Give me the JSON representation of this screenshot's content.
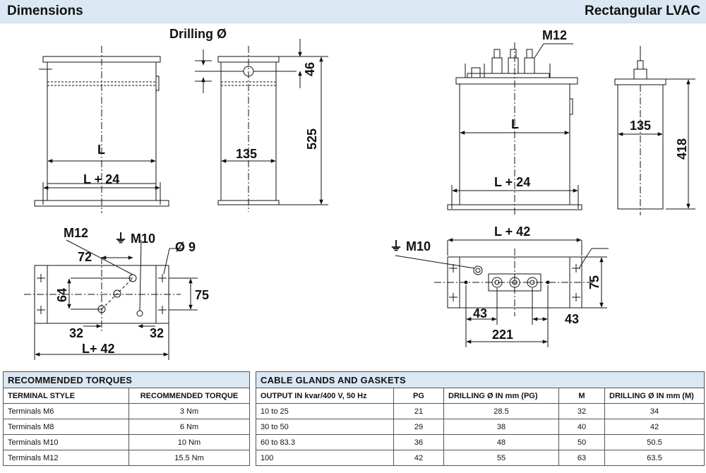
{
  "header": {
    "left_title": "Dimensions",
    "right_title": "Rectangular LVAC"
  },
  "drawing_labels": {
    "drilling": "Drilling Ø",
    "L": "L",
    "L_plus_24": "L + 24",
    "L_plus_24_right": "L + 24",
    "dim_46": "46",
    "dim_525": "525",
    "dim_135": "135",
    "dim_135_right": "135",
    "dim_418": "418",
    "L_right": "L",
    "m12_top": "M12",
    "m12_bottom": "M12",
    "m10_left": "⏚ M10",
    "m10_right": "⏚ M10",
    "dia_9": "Ø 9",
    "dim_72": "72",
    "dim_64": "64",
    "dim_75_left": "75",
    "dim_32_left": "32",
    "dim_32_right": "32",
    "L_plus_42_left": "L+ 42",
    "L_plus_42_right": "L + 42",
    "dim_75_right": "75",
    "dim_43_left": "43",
    "dim_43_right": "43",
    "dim_221": "221"
  },
  "torques": {
    "title": "RECOMMENDED TORQUES",
    "headers": [
      "TERMINAL STYLE",
      "RECOMMENDED TORQUE"
    ],
    "rows": [
      [
        "Terminals M6",
        "3 Nm"
      ],
      [
        "Terminals M8",
        "6 Nm"
      ],
      [
        "Terminals M10",
        "10 Nm"
      ],
      [
        "Terminals M12",
        "15.5 Nm"
      ]
    ]
  },
  "glands": {
    "title": "CABLE GLANDS AND GASKETS",
    "headers": [
      "OUTPUT IN kvar/400 V, 50 Hz",
      "PG",
      "DRILLING Ø IN mm (PG)",
      "M",
      "DRILLING Ø IN mm (M)"
    ],
    "rows": [
      [
        "10 to 25",
        "21",
        "28.5",
        "32",
        "34"
      ],
      [
        "30 to 50",
        "29",
        "38",
        "40",
        "42"
      ],
      [
        "60 to 83.3",
        "36",
        "48",
        "50",
        "50.5"
      ],
      [
        "100",
        "42",
        "55",
        "63",
        "63.5"
      ]
    ]
  }
}
